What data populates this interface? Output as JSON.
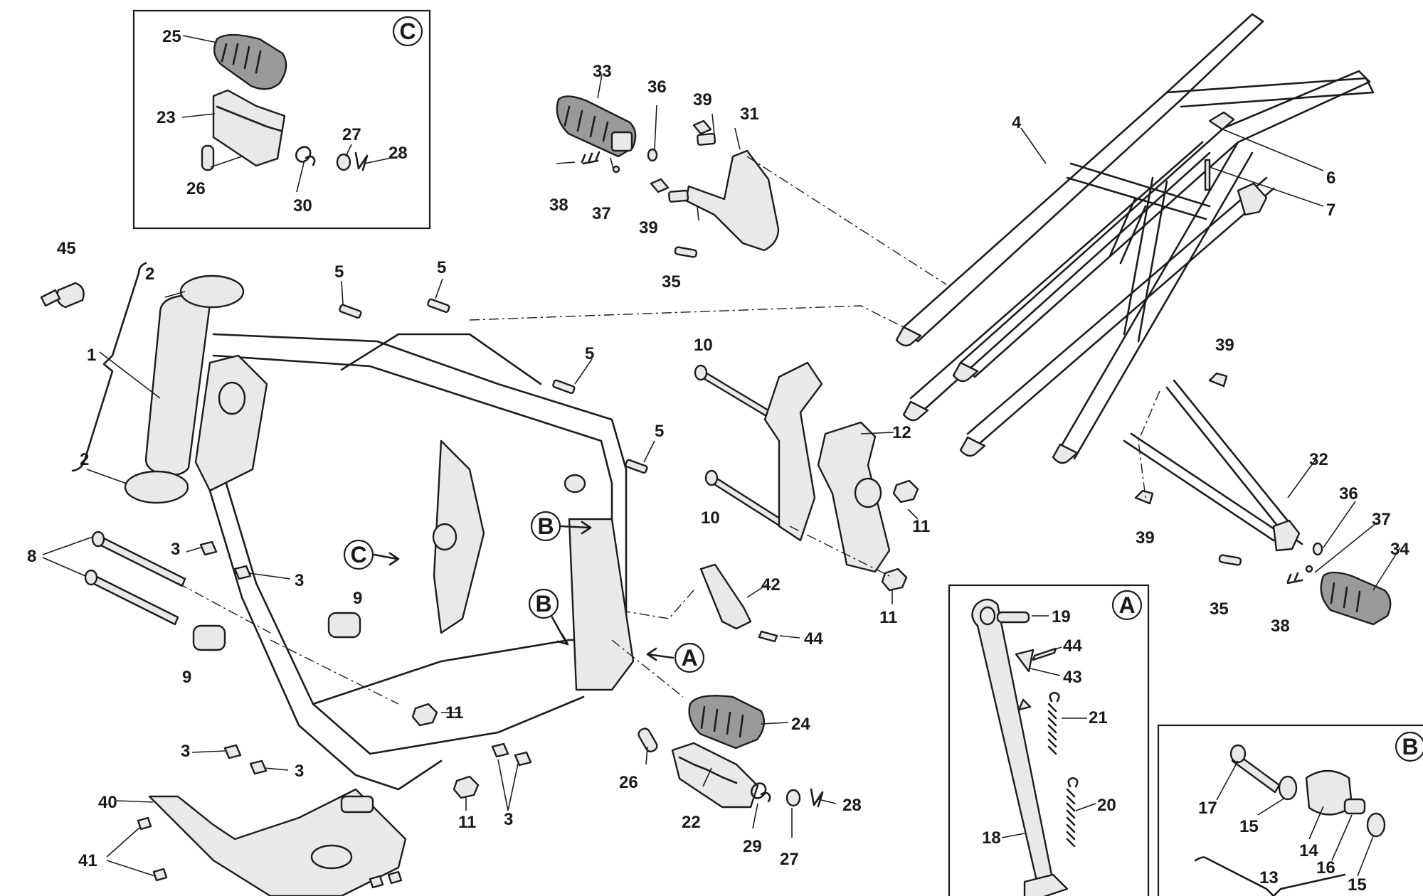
{
  "callouts": {
    "c1": "1",
    "c2a": "2",
    "c2b": "2",
    "c3a": "3",
    "c3b": "3",
    "c3c": "3",
    "c3d": "3",
    "c3e": "3",
    "c4": "4",
    "c5a": "5",
    "c5b": "5",
    "c5c": "5",
    "c5d": "5",
    "c6": "6",
    "c7": "7",
    "c8": "8",
    "c9a": "9",
    "c9b": "9",
    "c10a": "10",
    "c10b": "10",
    "c11a": "11",
    "c11b": "11",
    "c11c": "11",
    "c11d": "11",
    "c12": "12",
    "c13": "13",
    "c14": "14",
    "c15a": "15",
    "c15b": "15",
    "c16": "16",
    "c17": "17",
    "c18": "18",
    "c19": "19",
    "c20": "20",
    "c21": "21",
    "c22": "22",
    "c23": "23",
    "c24": "24",
    "c25": "25",
    "c26a": "26",
    "c26b": "26",
    "c27a": "27",
    "c27b": "27",
    "c28a": "28",
    "c28b": "28",
    "c29": "29",
    "c30": "30",
    "c31": "31",
    "c32": "32",
    "c33": "33",
    "c34": "34",
    "c35a": "35",
    "c35b": "35",
    "c36a": "36",
    "c36b": "36",
    "c37a": "37",
    "c37b": "37",
    "c38a": "38",
    "c38b": "38",
    "c39a": "39",
    "c39b": "39",
    "c39c": "39",
    "c39d": "39",
    "c40": "40",
    "c41": "41",
    "c42": "42",
    "c43": "43",
    "c44a": "44",
    "c44b": "44",
    "c45": "45"
  },
  "insets": {
    "a": "A",
    "b": "B",
    "c": "C"
  },
  "markers": {
    "a": "A",
    "b1": "B",
    "b2": "B",
    "c": "C"
  }
}
